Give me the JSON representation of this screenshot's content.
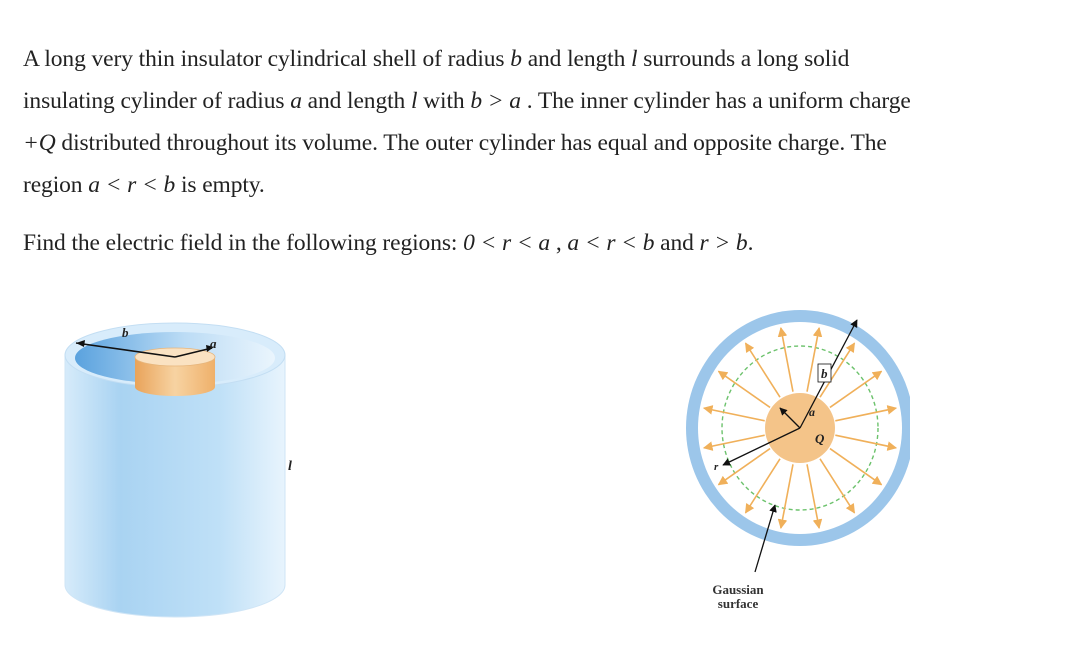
{
  "problem": {
    "paragraph1": [
      "A long very thin insulator cylindrical shell of radius ",
      "b",
      " and length ",
      "l",
      " surrounds a long solid",
      "insulating cylinder of radius ",
      "a",
      " and length ",
      "l",
      " with ",
      "b > a",
      " . The inner cylinder has a uniform charge",
      "+Q",
      " distributed throughout its volume. The outer cylinder has equal and opposite charge. The",
      "region ",
      "a < r < b",
      " is empty."
    ],
    "paragraph2": [
      "Find the electric field in the following regions: ",
      "0 < r < a",
      " , ",
      "a < r < b",
      " and ",
      "r > b",
      "."
    ]
  },
  "figure_cylinder": {
    "label_b": "b",
    "label_a": "a",
    "label_l": "l",
    "shell_color": "#a9d3f2",
    "core_color": "#f4c489"
  },
  "figure_cross_section": {
    "label_b": "b",
    "label_a": "a",
    "label_Q": "Q",
    "label_r": "r",
    "caption_line1": "Gaussian",
    "caption_line2": "surface",
    "ring_color": "#9cc6ea",
    "core_color": "#f4c489",
    "arrow_color": "#f0b05a",
    "gauss_color": "#6cc26c"
  }
}
